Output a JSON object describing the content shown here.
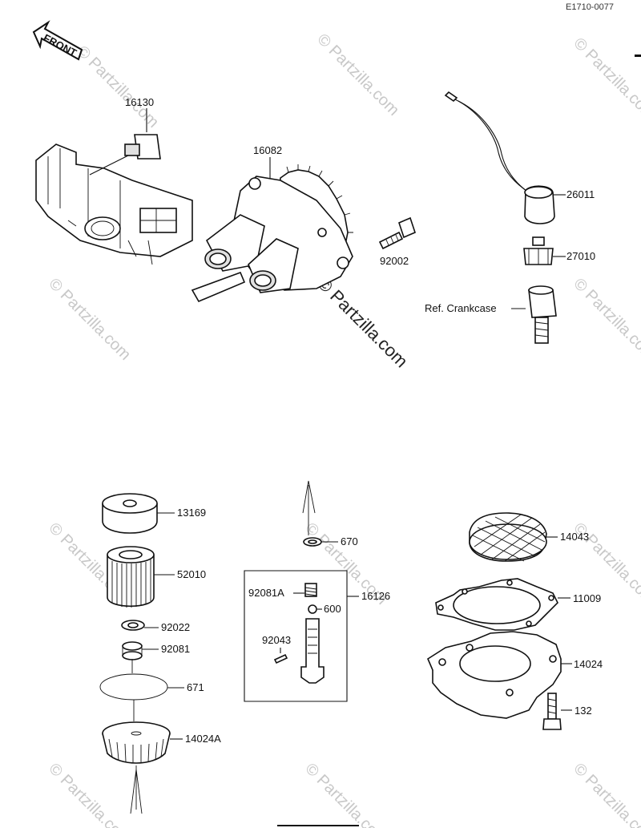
{
  "catalog_code": "E1710-0077",
  "front_label": "FRONT",
  "watermark": "© Partzilla.com",
  "watermark_center": "© Partzilla.com",
  "parts": {
    "p16130": "16130",
    "p16082": "16082",
    "p92002": "92002",
    "p26011": "26011",
    "p27010": "27010",
    "ref_crankcase": "Ref. Crankcase",
    "p13169": "13169",
    "p52010": "52010",
    "p92022": "92022",
    "p92081": "92081",
    "p671": "671",
    "p14024A": "14024A",
    "p670": "670",
    "p92081A": "92081A",
    "p16126": "16126",
    "p600": "600",
    "p92043": "92043",
    "p14043": "14043",
    "p11009": "11009",
    "p14024": "14024",
    "p132": "132"
  }
}
